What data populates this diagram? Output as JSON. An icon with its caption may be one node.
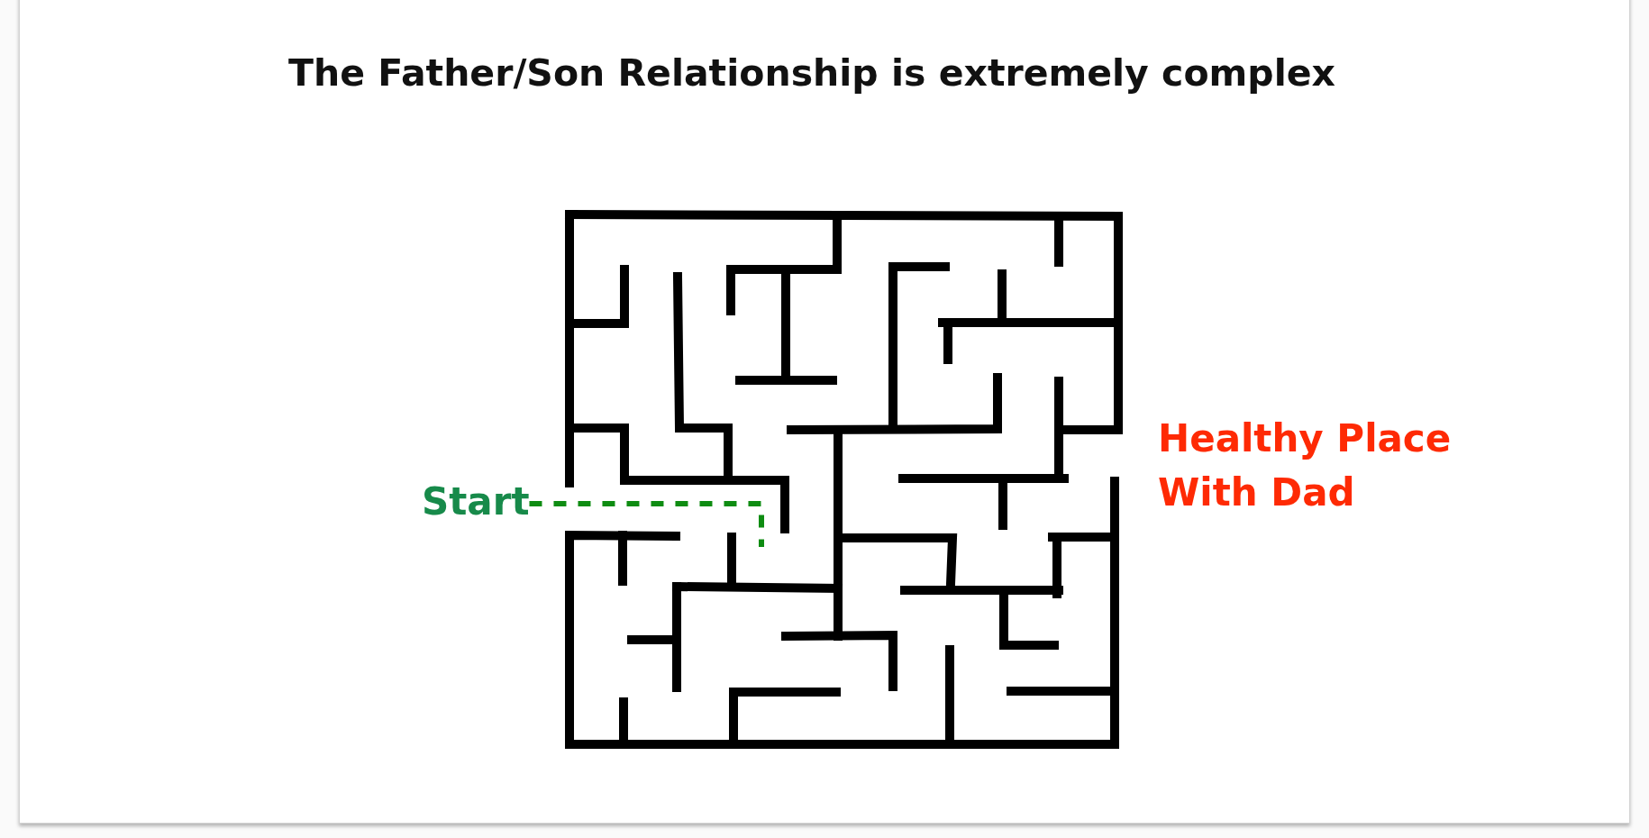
{
  "diagram": {
    "title": "The Father/Son Relationship is extremely complex",
    "nodes": [
      {
        "text": [
          "Start"
        ]
      },
      {
        "text": [],
        "shape": "picture"
      }
    ],
    "edges": [
      {
        "from": 0,
        "to": 1,
        "arrow": "none",
        "style": "dashed",
        "color": "#0e8c12"
      }
    ],
    "labels": [
      "Healthy Place With Dad"
    ]
  }
}
